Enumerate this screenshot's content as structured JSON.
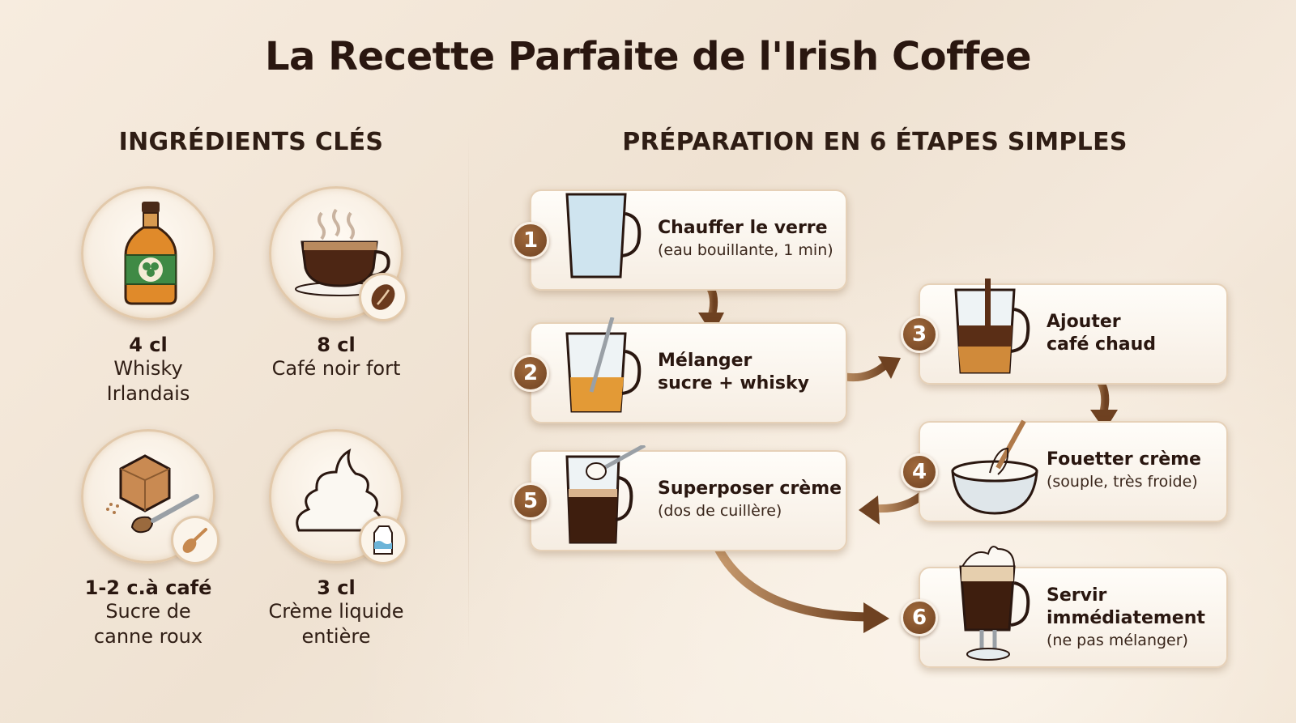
{
  "title": "La Recette Parfaite de l'Irish Coffee",
  "ingredients_section": {
    "heading": "INGRÉDIENTS CLÉS",
    "items": [
      {
        "quantity": "4 cl",
        "name_line1": "Whisky",
        "name_line2": "Irlandais",
        "icon": "whisky-bottle-icon"
      },
      {
        "quantity": "8 cl",
        "name_line1": "Café noir fort",
        "name_line2": "",
        "icon": "coffee-cup-icon",
        "badge_icon": "coffee-bean-icon"
      },
      {
        "quantity": "1-2 c.à café",
        "name_line1": "Sucre de",
        "name_line2": "canne roux",
        "icon": "sugar-cube-icon",
        "badge_icon": "spoon-icon"
      },
      {
        "quantity": "3 cl",
        "name_line1": "Crème liquide",
        "name_line2": "entière",
        "icon": "whipped-cream-icon",
        "badge_icon": "milk-carton-icon"
      }
    ]
  },
  "steps_section": {
    "heading": "PRÉPARATION EN 6 ÉTAPES SIMPLES",
    "steps": [
      {
        "number": "1",
        "title": "Chauffer le verre",
        "title2": "",
        "detail": "(eau bouillante, 1 min)",
        "icon": "hot-glass-icon"
      },
      {
        "number": "2",
        "title": "Mélanger",
        "title2": "sucre + whisky",
        "detail": "",
        "icon": "stir-glass-icon"
      },
      {
        "number": "3",
        "title": "Ajouter",
        "title2": "café chaud",
        "detail": "",
        "icon": "pour-coffee-icon"
      },
      {
        "number": "4",
        "title": "Fouetter crème",
        "title2": "",
        "detail": "(souple, très froide)",
        "icon": "whisk-bowl-icon"
      },
      {
        "number": "5",
        "title": "Superposer crème",
        "title2": "",
        "detail": "(dos de cuillère)",
        "icon": "layer-cream-icon"
      },
      {
        "number": "6",
        "title": "Servir",
        "title2": "immédiatement",
        "detail": "(ne pas mélanger)",
        "icon": "irish-coffee-glass-icon"
      }
    ]
  },
  "colors": {
    "accent_brown": "#7a4a26",
    "title_text": "#2a1710",
    "background": "#f3e7d9"
  }
}
